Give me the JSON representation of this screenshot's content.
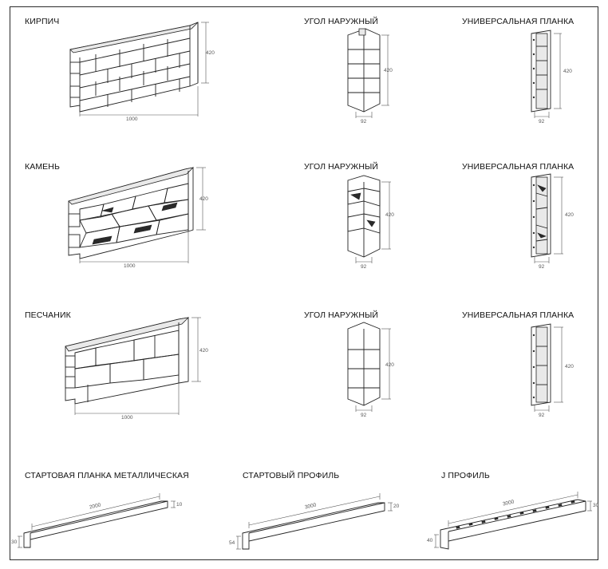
{
  "labels": {
    "brick": "КИРПИЧ",
    "stone": "КАМЕНЬ",
    "sandstone": "ПЕСЧАНИК",
    "corner_1": "УГОЛ НАРУЖНЫЙ",
    "corner_2": "УГОЛ НАРУЖНЫЙ",
    "corner_3": "УГОЛ НАРУЖНЫЙ",
    "strip_1": "УНИВЕРСАЛЬНАЯ ПЛАНКА",
    "strip_2": "УНИВЕРСАЛЬНАЯ ПЛАНКА",
    "strip_3": "УНИВЕРСАЛЬНАЯ ПЛАНКА",
    "start_metal": "СТАРТОВАЯ ПЛАНКА МЕТАЛЛИЧЕСКАЯ",
    "start_profile": "СТАРТОВЫЙ ПРОФИЛЬ",
    "j_profile": "J ПРОФИЛЬ"
  },
  "dimensions": {
    "brick_h": "420",
    "brick_w": "1000",
    "stone_h": "420",
    "stone_w": "1000",
    "sand_h": "420",
    "sand_w": "1000",
    "corner1_h": "420",
    "corner1_w": "92",
    "corner2_h": "420",
    "corner2_w": "92",
    "corner3_h": "420",
    "corner3_w": "92",
    "strip1_h": "420",
    "strip1_w": "92",
    "strip2_h": "420",
    "strip2_w": "92",
    "strip3_h": "420",
    "strip3_w": "92",
    "metal_len": "2000",
    "metal_depth": "10",
    "metal_h": "30",
    "start_len": "3000",
    "start_depth": "20",
    "start_h": "54",
    "j_len": "3000",
    "j_depth": "30",
    "j_h": "40"
  }
}
